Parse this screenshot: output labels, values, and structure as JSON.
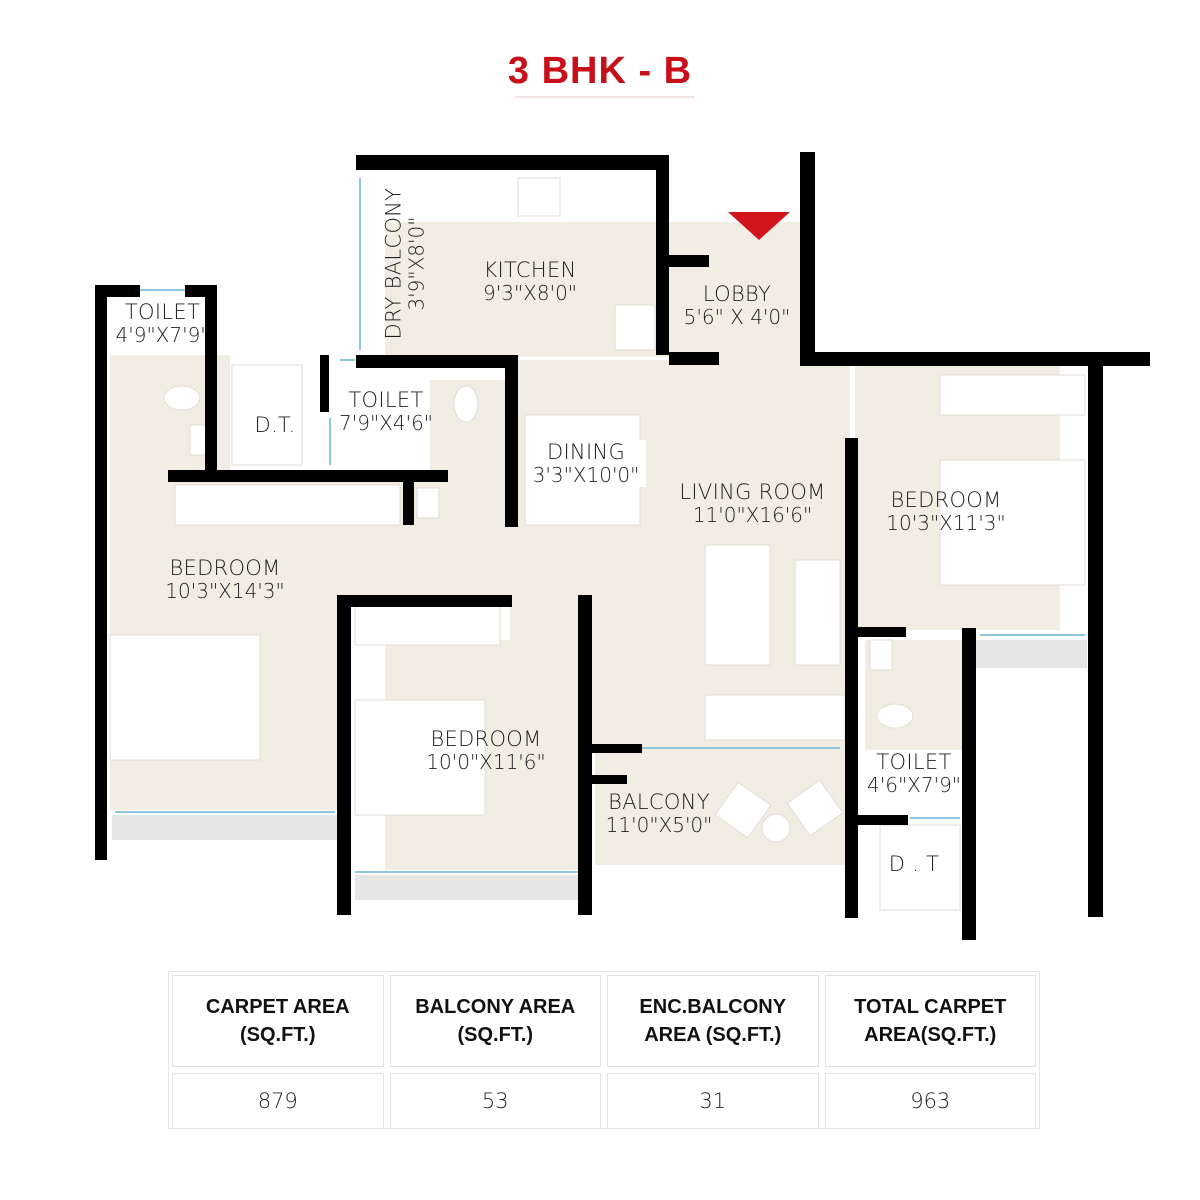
{
  "title": "3 BHK - B",
  "colors": {
    "title": "#c8101a",
    "entry_marker": "#d0141c",
    "wall": "#000000",
    "floor": "#f2ede3",
    "window": "#8cc8dc",
    "sill": "#e6e6e6"
  },
  "entry_marker": {
    "icon": "triangle-down-icon"
  },
  "rooms": [
    {
      "id": "kitchen",
      "name": "KITCHEN",
      "dims": "9'3\"X8'0\""
    },
    {
      "id": "lobby",
      "name": "LOBBY",
      "dims": "5'6\" X 4'0\""
    },
    {
      "id": "dry-balcony",
      "name": "DRY BALCONY",
      "dims": "3'9\"X8'0\""
    },
    {
      "id": "toilet-1",
      "name": "TOILET",
      "dims": "4'9\"X7'9\""
    },
    {
      "id": "dt-1",
      "name": "D.T.",
      "dims": ""
    },
    {
      "id": "toilet-2",
      "name": "TOILET",
      "dims": "7'9\"X4'6\""
    },
    {
      "id": "dining",
      "name": "DINING",
      "dims": "3'3\"X10'0\""
    },
    {
      "id": "living-room",
      "name": "LIVING ROOM",
      "dims": "11'0\"X16'6\""
    },
    {
      "id": "bedroom-right",
      "name": "BEDROOM",
      "dims": "10'3\"X11'3\""
    },
    {
      "id": "bedroom-left",
      "name": "BEDROOM",
      "dims": "10'3\"X14'3\""
    },
    {
      "id": "bedroom-middle",
      "name": "BEDROOM",
      "dims": "10'0\"X11'6\""
    },
    {
      "id": "balcony",
      "name": "BALCONY",
      "dims": "11'0\"X5'0\""
    },
    {
      "id": "toilet-3",
      "name": "TOILET",
      "dims": "4'6\"X7'9\""
    },
    {
      "id": "dt-2",
      "name": "D . T",
      "dims": ""
    }
  ],
  "area_table": {
    "headers": [
      {
        "line1": "CARPET AREA",
        "line2": "(SQ.FT.)"
      },
      {
        "line1": "BALCONY AREA",
        "line2": "(SQ.FT.)"
      },
      {
        "line1": "ENC.BALCONY",
        "line2": "AREA (SQ.FT.)"
      },
      {
        "line1": "TOTAL CARPET",
        "line2": "AREA(SQ.FT.)"
      }
    ],
    "values": [
      "879",
      "53",
      "31",
      "963"
    ]
  }
}
